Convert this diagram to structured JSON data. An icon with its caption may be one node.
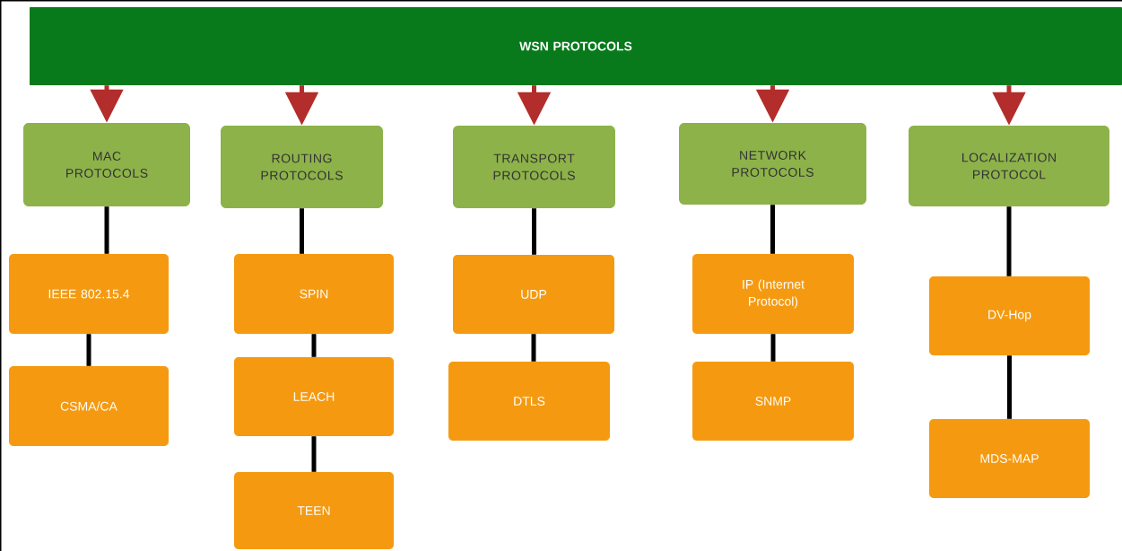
{
  "diagram": {
    "nodes": [
      {
        "text": [
          "WSN PROTOCOLS"
        ]
      },
      {
        "text": [
          "MAC PROTOCOLS"
        ]
      },
      {
        "text": [
          "ROUTING PROTOCOLS"
        ]
      },
      {
        "text": [
          "TRANSPORT PROTOCOLS"
        ]
      },
      {
        "text": [
          "NETWORK PROTOCOLS"
        ]
      },
      {
        "text": [
          "LOCALIZATION PROTOCOL"
        ]
      },
      {
        "text": [
          "IEEE 802.15.4"
        ]
      },
      {
        "text": [
          "CSMA/CA"
        ]
      },
      {
        "text": [
          "SPIN"
        ]
      },
      {
        "text": [
          "LEACH"
        ]
      },
      {
        "text": [
          "TEEN"
        ]
      },
      {
        "text": [
          "UDP"
        ]
      },
      {
        "text": [
          "DTLS"
        ]
      },
      {
        "text": [
          "IP (Internet Protocol)"
        ]
      },
      {
        "text": [
          "SNMP"
        ]
      },
      {
        "text": [
          "DV-Hop"
        ]
      },
      {
        "text": [
          "MDS-MAP"
        ]
      }
    ],
    "edges": [
      {
        "from": 0,
        "to": 1,
        "arrow": "to",
        "color": "#b22d2b"
      },
      {
        "from": 0,
        "to": 2,
        "arrow": "to",
        "color": "#b22d2b"
      },
      {
        "from": 0,
        "to": 3,
        "arrow": "to",
        "color": "#b22d2b"
      },
      {
        "from": 0,
        "to": 4,
        "arrow": "to",
        "color": "#b22d2b"
      },
      {
        "from": 0,
        "to": 5,
        "arrow": "to",
        "color": "#b22d2b"
      },
      {
        "from": 1,
        "to": 6,
        "arrow": "none"
      },
      {
        "from": 6,
        "to": 7,
        "arrow": "none"
      },
      {
        "from": 2,
        "to": 8,
        "arrow": "none"
      },
      {
        "from": 8,
        "to": 9,
        "arrow": "none"
      },
      {
        "from": 9,
        "to": 10,
        "arrow": "none"
      },
      {
        "from": 3,
        "to": 11,
        "arrow": "none"
      },
      {
        "from": 11,
        "to": 12,
        "arrow": "none"
      },
      {
        "from": 4,
        "to": 13,
        "arrow": "none"
      },
      {
        "from": 13,
        "to": 14,
        "arrow": "none"
      },
      {
        "from": 5,
        "to": 15,
        "arrow": "none"
      },
      {
        "from": 15,
        "to": 16,
        "arrow": "none"
      }
    ]
  }
}
